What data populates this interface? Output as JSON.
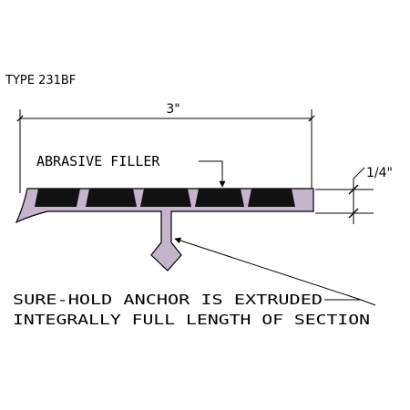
{
  "title": "TYPE 231BF",
  "dimensions": {
    "width_label": "3\"",
    "thickness_label": "1/4\""
  },
  "callouts": {
    "filler": "ABRASIVE FILLER",
    "anchor_line1": "SURE-HOLD ANCHOR IS EXTRUDED",
    "anchor_line2": "INTEGRALLY FULL LENGTH OF SECTION"
  },
  "colors": {
    "extrusion": "#c4b5cb",
    "filler": "#111111",
    "line": "#000000"
  },
  "filler_strip_count": 5
}
